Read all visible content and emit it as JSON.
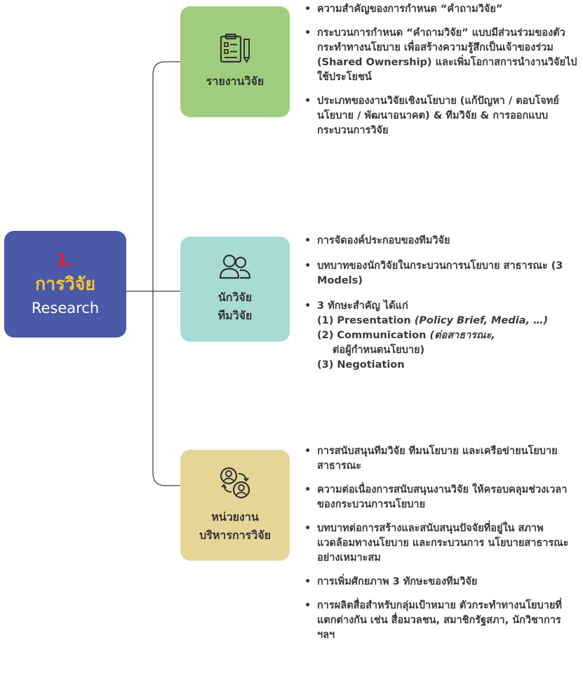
{
  "root": {
    "number": "1.",
    "title_th": "การวิจัย",
    "title_en": "Research",
    "color": "#4a59a8"
  },
  "nodes": [
    {
      "label_lines": [
        "รายงานวิจัย"
      ],
      "icon": "report-clipboard-icon",
      "color": "#9fcd7d"
    },
    {
      "label_lines": [
        "นักวิจัย",
        "ทีมวิจัย"
      ],
      "icon": "people-icon",
      "color": "#a9dbd6"
    },
    {
      "label_lines": [
        "หน่วยงาน",
        "บริหารการวิจัย"
      ],
      "icon": "person-exchange-icon",
      "color": "#e5d597"
    }
  ],
  "bullets_report": [
    "ความสำคัญของการกำหนด “คำถามวิจัย”",
    "กระบวนการกำหนด “คำถามวิจัย” แบบมีส่วนร่วมของตัวกระทำทางนโยบาย เพื่อสร้างความรู้สึกเป็นเจ้าของร่วม (Shared Ownership) และเพิ่มโอกาสการนำงานวิจัยไปใช้ประโยชน์",
    "ประเภทของงานวิจัยเชิงนโยบาย (แก้ปัญหา / ตอบโจทย์นโยบาย / พัฒนาอนาคต) & ทีมวิจัย & การออกแบบกระบวนการวิจัย"
  ],
  "bullets_team": {
    "item1": "การจัดองค์ประกอบของทีมวิจัย",
    "item2": "บทบาทของนักวิจัยในกระบวนการนโยบาย สาธารณะ (3 Models)",
    "item3_lead": "3 ทักษะสำคัญ ได้แก่",
    "skill1": "(1) Presentation",
    "skill1_note": "(Policy Brief, Media, …)",
    "skill2": "(2) Communication",
    "skill2_note": "(ต่อสาธารณะ,",
    "skill2_note2": "ต่อผู้กำหนดนโยบาย)",
    "skill3": "(3) Negotiation"
  },
  "bullets_admin": [
    "การสนับสนุนทีมวิจัย ทีมนโยบาย และเครือข่ายนโยบายสาธารณะ",
    "ความต่อเนื่องการสนับสนุนงานวิจัย ให้ครอบคลุมช่วงเวลาของกระบวนการนโยบาย",
    "บทบาทต่อการสร้างและสนับสนุนปัจจัยที่อยู่ใน สภาพแวดล้อมทางนโยบาย และกระบวนการ นโยบายสาธารณะอย่างเหมาะสม",
    "การเพิ่มศักยภาพ 3 ทักษะของทีมวิจัย",
    "การผลิตสื่อสำหรับกลุ่มเป้าหมาย ตัวกระทำทางนโยบายที่แตกต่างกัน เช่น สื่อมวลชน, สมาชิกรัฐสภา, นักวิชาการ ฯลฯ"
  ]
}
